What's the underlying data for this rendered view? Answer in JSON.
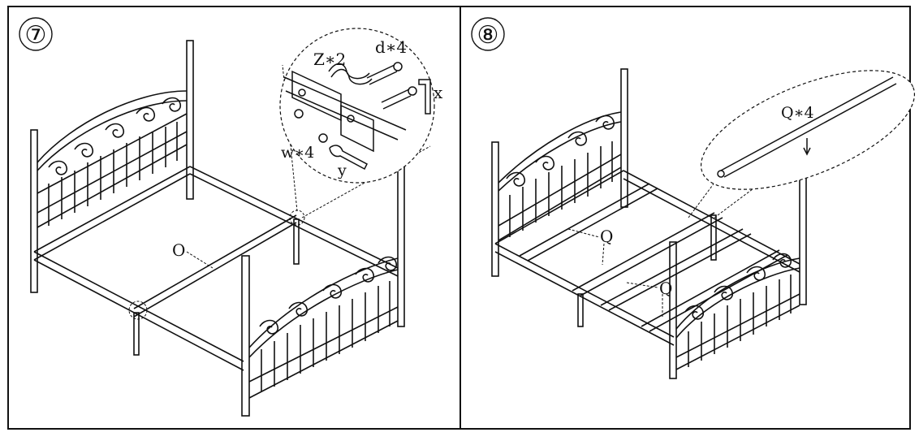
{
  "panels": [
    {
      "step": "⑦",
      "labels": {
        "frame": "O",
        "hook": "Z∗2",
        "bolt": "d∗4",
        "washer": "w∗4",
        "wrench": "y",
        "allen_key": "x"
      }
    },
    {
      "step": "⑧",
      "labels": {
        "slat_detail": "Q∗4",
        "slat_a": "Q",
        "slat_b": "Q"
      }
    }
  ],
  "colors": {
    "ink": "#111111",
    "paper": "#ffffff"
  }
}
